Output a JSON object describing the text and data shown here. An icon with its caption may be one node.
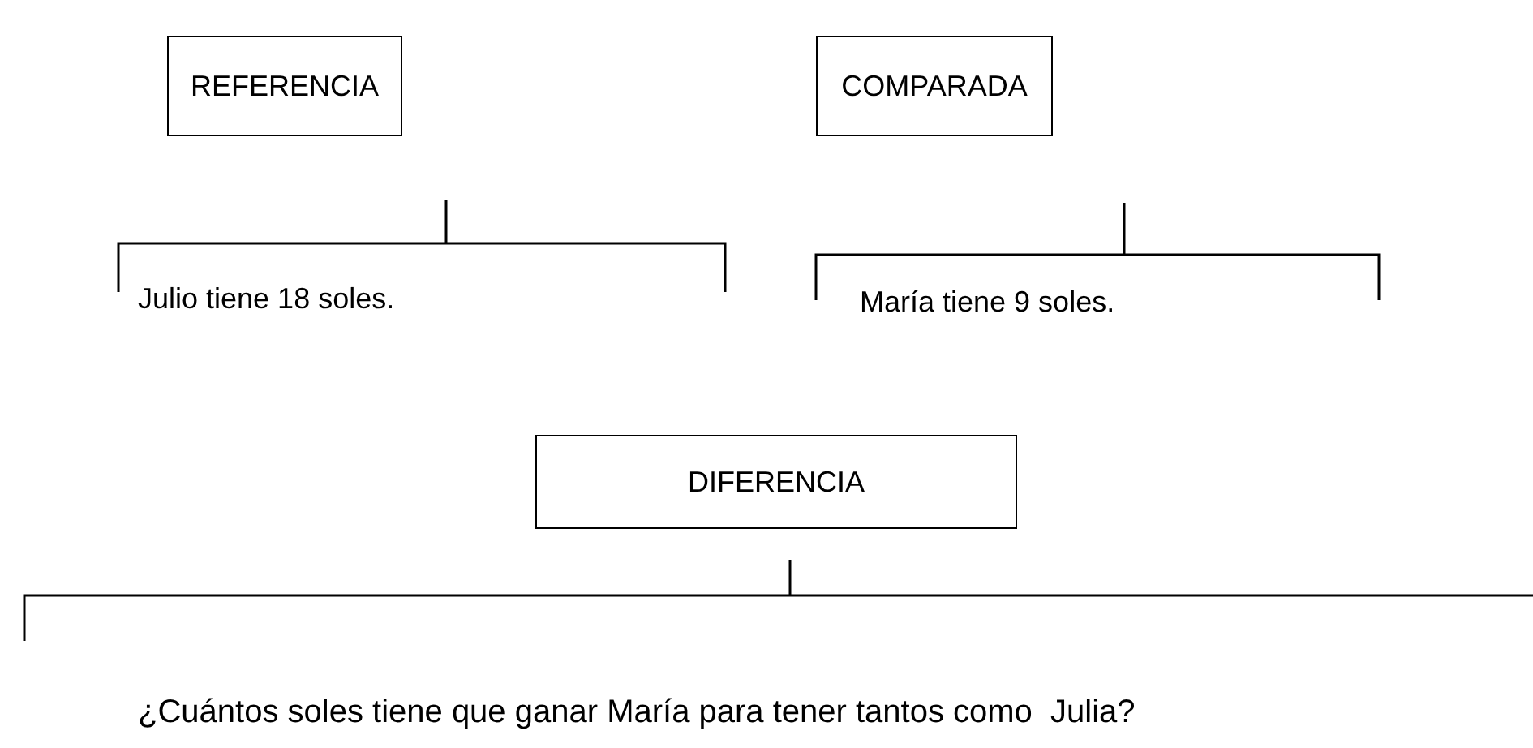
{
  "diagram": {
    "nodes": [
      {
        "text": [
          "REFERENCIA"
        ]
      },
      {
        "text": [
          "COMPARADA"
        ]
      },
      {
        "text": [
          "DIFERENCIA"
        ]
      }
    ],
    "labels": [
      "Julio tiene 18 soles.",
      "María tiene 9 soles.",
      "¿Cuántos soles tiene que ganar María para tener tantos como  Julia?"
    ]
  }
}
